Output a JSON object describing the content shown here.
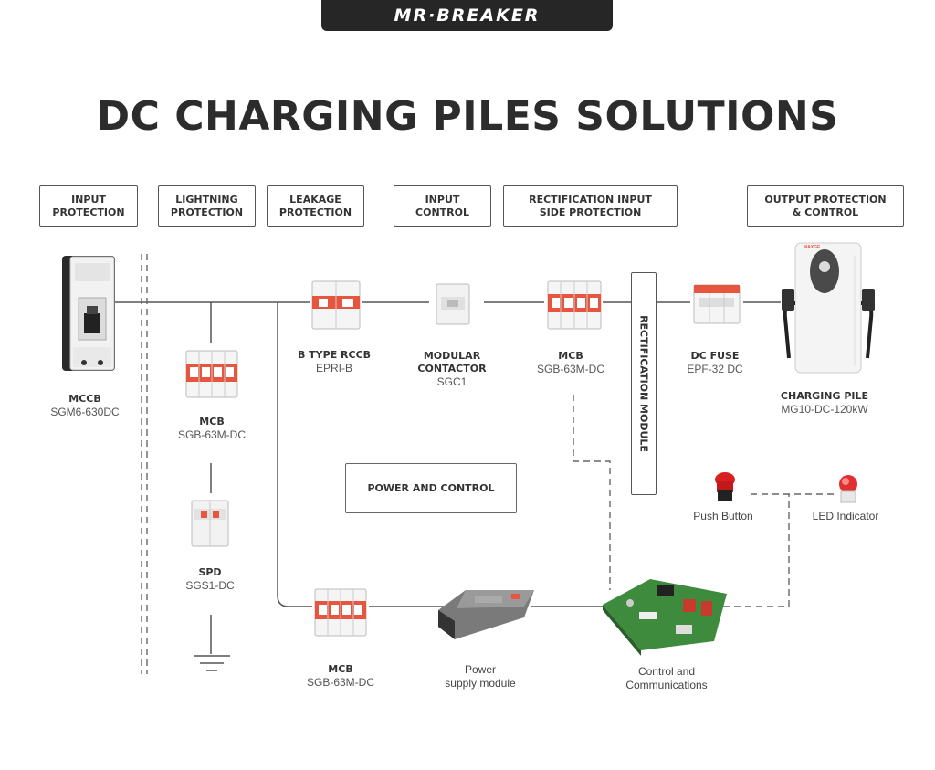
{
  "brand": "MR·BREAKER",
  "title": "DC CHARGING PILES SOLUTIONS",
  "categories": [
    "INPUT\nPROTECTION",
    "LIGHTNING\nPROTECTION",
    "LEAKAGE\nPROTECTION",
    "INPUT\nCONTROL",
    "RECTIFICATION INPUT\nSIDE PROTECTION",
    "OUTPUT PROTECTION\n& CONTROL"
  ],
  "components": {
    "mccb": {
      "name": "MCCB",
      "model": "SGM6-630DC"
    },
    "mcb_lightning": {
      "name": "MCB",
      "model": "SGB-63M-DC"
    },
    "spd": {
      "name": "SPD",
      "model": "SGS1-DC"
    },
    "rccb": {
      "name": "B TYPE RCCB",
      "model": "EPRI-B"
    },
    "contactor": {
      "name": "MODULAR\nCONTACTOR",
      "model": "SGC1"
    },
    "mcb_rect": {
      "name": "MCB",
      "model": "SGB-63M-DC"
    },
    "dc_fuse": {
      "name": "DC FUSE",
      "model": "EPF-32 DC"
    },
    "charging_pile": {
      "name": "CHARGING PILE",
      "model": "MG10-DC-120kW"
    },
    "mcb_power": {
      "name": "MCB",
      "model": "SGB-63M-DC"
    },
    "power_supply": {
      "label": "Power\nsupply module"
    },
    "control_board": {
      "label": "Control and\nCommunications"
    },
    "push_button": {
      "label": "Push Button"
    },
    "led_indicator": {
      "label": "LED Indicator"
    }
  },
  "rectification_module": "RECTIFICATION MODULE",
  "power_and_control": "POWER AND CONTROL",
  "pile_brand": "MAXGE",
  "colors": {
    "brand_bg": "#262626",
    "accent": "#e8553e",
    "line": "#555555"
  }
}
